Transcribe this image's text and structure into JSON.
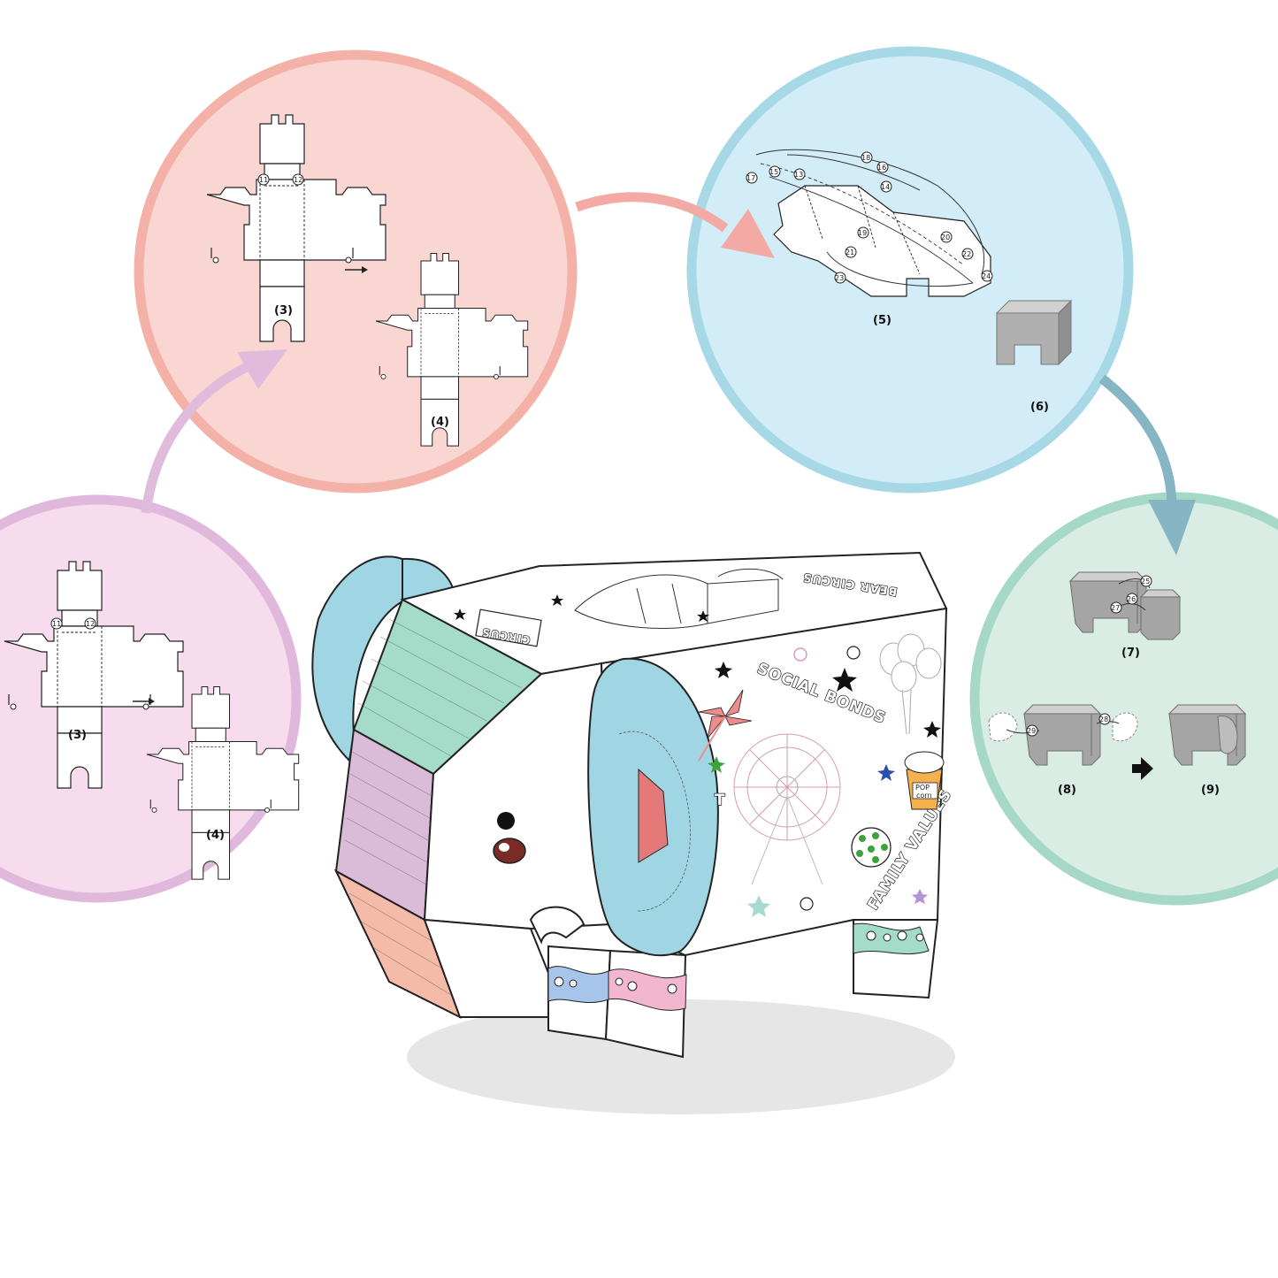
{
  "colors": {
    "purple_circle_fill": "#f6dcec",
    "purple_circle_stroke": "#dfb8db",
    "red_circle_fill": "#fad6d3",
    "red_circle_stroke": "#f4b1a7",
    "blue_circle_fill": "#d2edf7",
    "blue_circle_stroke": "#a6d8e6",
    "green_circle_fill": "#d9ede5",
    "green_circle_stroke": "#a6d8c8",
    "purple_arrow": "#e1bbdc",
    "red_arrow": "#f3aaa5",
    "teal_arrow": "#86b5c3",
    "ear_blue": "#a0d6e4",
    "inner_ear_pink": "#e4797a",
    "stripe_green": "#a4dbc9",
    "stripe_purple": "#dbbcd8",
    "stripe_peach": "#f4bba8",
    "model_gray": "#a9a9a9"
  },
  "steps": {
    "purple": {
      "label_a": "(3)",
      "label_b": "(4)",
      "marker_a": "11",
      "marker_b": "12"
    },
    "red": {
      "label_a": "(3)",
      "label_b": "(4)",
      "marker_a": "11",
      "marker_b": "12"
    },
    "blue": {
      "label_a": "(5)",
      "label_b": "(6)",
      "markers": [
        "13",
        "14",
        "15",
        "16",
        "17",
        "18",
        "19",
        "20",
        "21",
        "22",
        "23",
        "24"
      ]
    },
    "green": {
      "label_a": "(7)",
      "label_b": "(8)",
      "label_c": "(9)",
      "markers": [
        "25",
        "26",
        "27",
        "28",
        "29"
      ]
    }
  },
  "elephant": {
    "texts": {
      "social_bonds": "SOCIAL BONDS",
      "family_values": "FAMILY VALUES",
      "popcorn_top": "POP",
      "popcorn_bottom": "corn",
      "circus": "CIRCUS",
      "top_banner": "BEAR CIRCUS",
      "partial_letter": "T"
    }
  }
}
